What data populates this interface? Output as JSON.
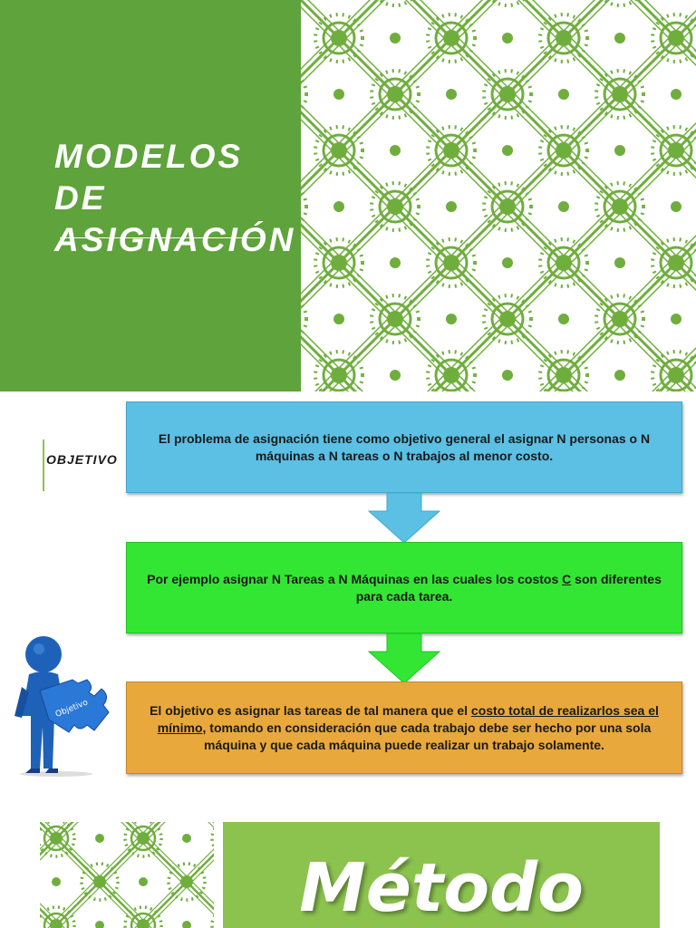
{
  "slide1": {
    "title_line1": "MODELOS DE",
    "title_line2": "ASIGNACIÓN",
    "colors": {
      "panel": "#5ea33b",
      "pattern": "#6fae3d"
    }
  },
  "slide2": {
    "label": "OBJETIVO",
    "box1_text": "El problema de asignación tiene como objetivo general el asignar N personas o N máquinas a N tareas o N trabajos al menor costo.",
    "box2_text_a": "Por ejemplo asignar N Tareas a N Máquinas en las cuales los costos ",
    "box2_text_c": "C",
    "box2_text_b": " son diferentes para cada tarea.",
    "box3_text_a": "El objetivo es asignar las tareas de tal manera que el ",
    "box3_text_u": "costo total de realizarlos sea el mínimo",
    "box3_text_b": ", tomando en consideración que cada trabajo debe ser hecho por una sola máquina y que cada máquina puede realizar un trabajo solamente.",
    "puzzle_text": "Objetivo",
    "colors": {
      "box1": "#5bc0e4",
      "box2": "#33e633",
      "box3": "#e8a83c"
    }
  },
  "slide3": {
    "heading": "Método",
    "colors": {
      "block": "#8cc34f"
    }
  }
}
